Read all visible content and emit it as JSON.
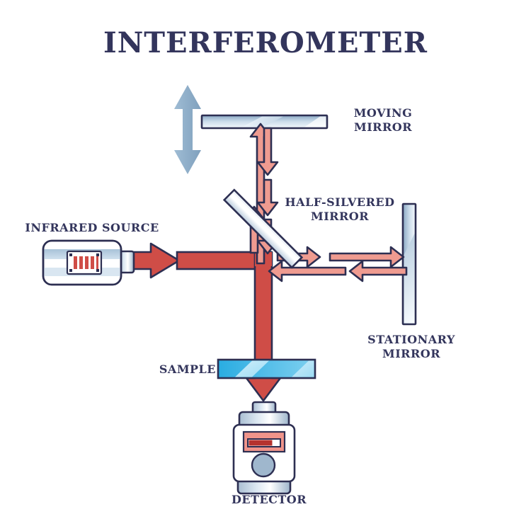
{
  "diagram": {
    "title": "INTERFEROMETER",
    "type": "michelson-interferometer-schematic",
    "labels": {
      "moving_mirror": "MOVING\nMIRROR",
      "half_silvered_mirror": "HALF-SILVERED\nMIRROR",
      "stationary_mirror": "STATIONARY\nMIRROR",
      "infrared_source": "INFRARED SOURCE",
      "sample": "SAMPLE",
      "detector": "DETECTOR"
    },
    "colors": {
      "title_text": "#33355c",
      "outline": "#2d2f52",
      "beam_solid_red": "#cf4d47",
      "beam_light_salmon": "#ef9b90",
      "mirror_blue_light": "#ffffff",
      "mirror_blue_dark": "#7e9bba",
      "sample_cyan": "#29ace2",
      "sample_cyan_light": "#bfe6f7",
      "motion_arrow": "#8fb0cc",
      "detector_screen": "#f0948a",
      "detector_bar": "#b5322e",
      "device_body": "#ffffff",
      "device_band": "#b9cbdd"
    },
    "components": [
      {
        "name": "infrared-source",
        "shape": "rounded-box-with-nozzle"
      },
      {
        "name": "half-silvered-mirror",
        "shape": "diagonal-bar-45deg"
      },
      {
        "name": "moving-mirror",
        "shape": "horizontal-bar"
      },
      {
        "name": "stationary-mirror",
        "shape": "vertical-bar"
      },
      {
        "name": "sample",
        "shape": "horizontal-glass-slab"
      },
      {
        "name": "detector",
        "shape": "instrument-box-with-display"
      }
    ],
    "beams": [
      {
        "name": "source-beam",
        "from": "infrared-source",
        "to": "half-silvered-mirror",
        "direction": "right",
        "style": "solid"
      },
      {
        "name": "beam-to-moving-mirror",
        "from": "half-silvered-mirror",
        "to": "moving-mirror",
        "direction": "up",
        "style": "light"
      },
      {
        "name": "beam-from-moving-mirror",
        "from": "moving-mirror",
        "to": "half-silvered-mirror",
        "direction": "down",
        "style": "light"
      },
      {
        "name": "beam-to-stationary-mirror",
        "from": "half-silvered-mirror",
        "to": "stationary-mirror",
        "direction": "right",
        "style": "light"
      },
      {
        "name": "beam-from-stationary-mirror",
        "from": "stationary-mirror",
        "to": "half-silvered-mirror",
        "direction": "left",
        "style": "light"
      },
      {
        "name": "recombined-beam",
        "from": "half-silvered-mirror",
        "to": "detector",
        "direction": "down",
        "style": "solid"
      }
    ],
    "motion_indicator": {
      "name": "moving-mirror-motion-arrow",
      "axis": "vertical",
      "double_headed": true
    }
  }
}
